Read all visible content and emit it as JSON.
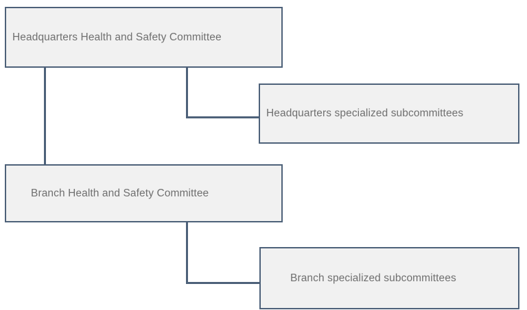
{
  "diagram": {
    "type": "organizational-hierarchy",
    "background_color": "#ffffff",
    "node_fill_color": "#f1f1f1",
    "node_border_color": "#4d6179",
    "connector_color": "#4d6179",
    "text_color": "#6f6f6f",
    "nodes": [
      {
        "id": "hq-committee",
        "label": "Headquarters Health and Safety Committee",
        "level": 1
      },
      {
        "id": "hq-subcommittees",
        "label": "Headquarters specialized subcommittees",
        "level": 2
      },
      {
        "id": "branch-committee",
        "label": "Branch Health and Safety Committee",
        "level": 1
      },
      {
        "id": "branch-subcommittees",
        "label": "Branch specialized subcommittees",
        "level": 2
      }
    ],
    "edges": [
      {
        "from": "hq-committee",
        "to": "branch-committee",
        "style": "straight"
      },
      {
        "from": "hq-committee",
        "to": "hq-subcommittees",
        "style": "elbow"
      },
      {
        "from": "branch-committee",
        "to": "branch-subcommittees",
        "style": "elbow"
      }
    ]
  }
}
